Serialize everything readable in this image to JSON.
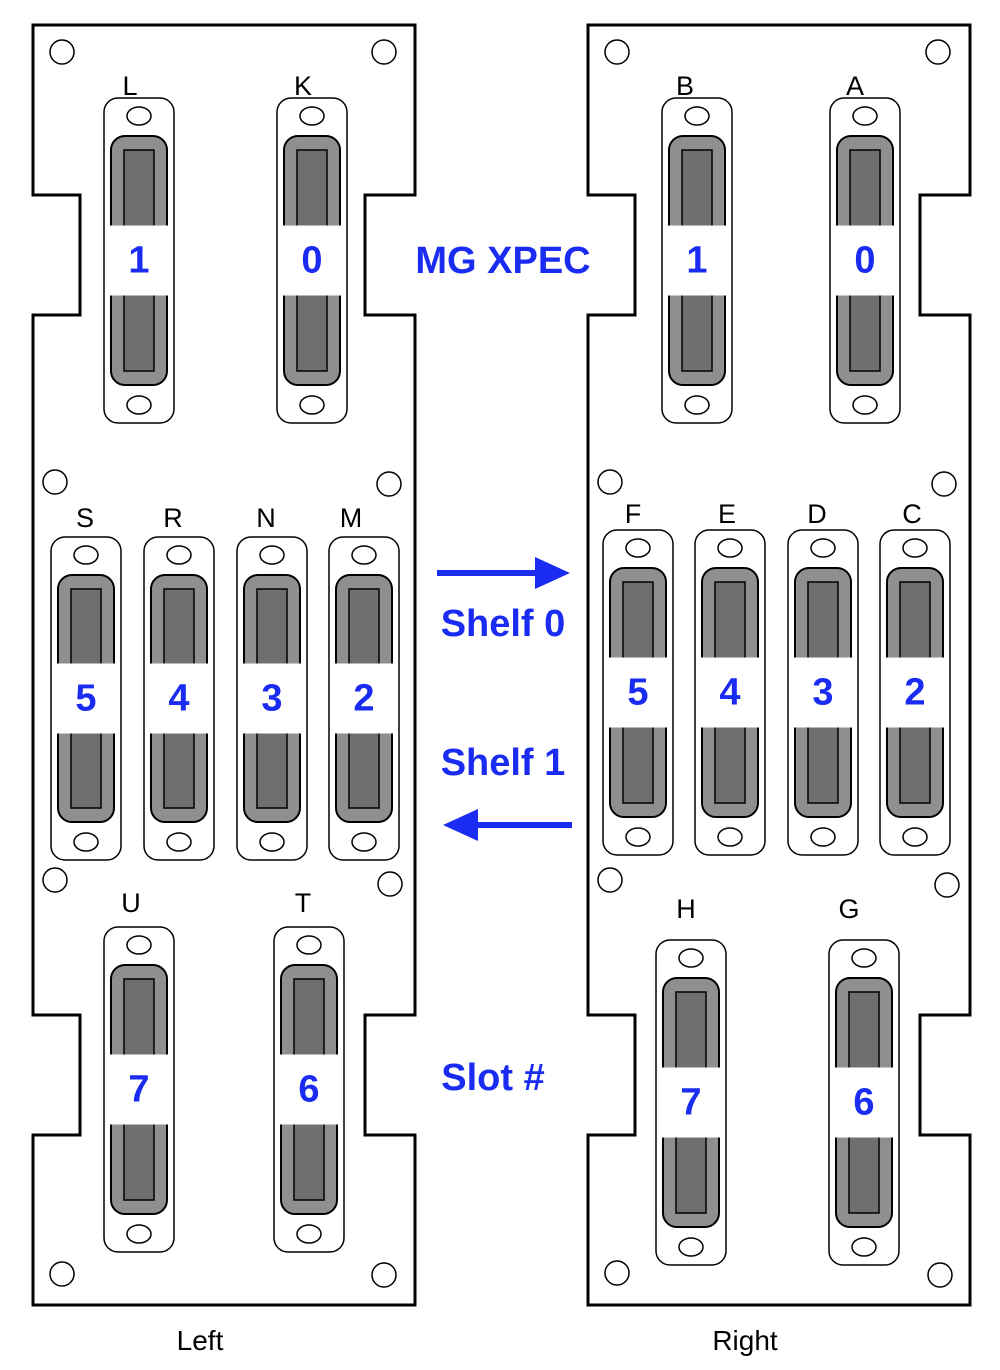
{
  "colors": {
    "accent": "#1a2cf2",
    "connector_fill": "#8f8f8f",
    "connector_slot": "#6f6f6f",
    "outline": "#000000"
  },
  "callouts": {
    "mg_xpec": "MG XPEC",
    "shelf0": "Shelf 0",
    "shelf1": "Shelf 1",
    "slot_num": "Slot #"
  },
  "panels": {
    "left": {
      "name": "Left",
      "connectors": [
        {
          "letter": "L",
          "slot": "1"
        },
        {
          "letter": "K",
          "slot": "0"
        },
        {
          "letter": "S",
          "slot": "5"
        },
        {
          "letter": "R",
          "slot": "4"
        },
        {
          "letter": "N",
          "slot": "3"
        },
        {
          "letter": "M",
          "slot": "2"
        },
        {
          "letter": "U",
          "slot": "7"
        },
        {
          "letter": "T",
          "slot": "6"
        }
      ]
    },
    "right": {
      "name": "Right",
      "connectors": [
        {
          "letter": "B",
          "slot": "1"
        },
        {
          "letter": "A",
          "slot": "0"
        },
        {
          "letter": "F",
          "slot": "5"
        },
        {
          "letter": "E",
          "slot": "4"
        },
        {
          "letter": "D",
          "slot": "3"
        },
        {
          "letter": "C",
          "slot": "2"
        },
        {
          "letter": "H",
          "slot": "7"
        },
        {
          "letter": "G",
          "slot": "6"
        }
      ]
    }
  },
  "arrows": [
    {
      "direction": "right",
      "label": "Shelf 0"
    },
    {
      "direction": "left",
      "label": "Shelf 1"
    }
  ]
}
